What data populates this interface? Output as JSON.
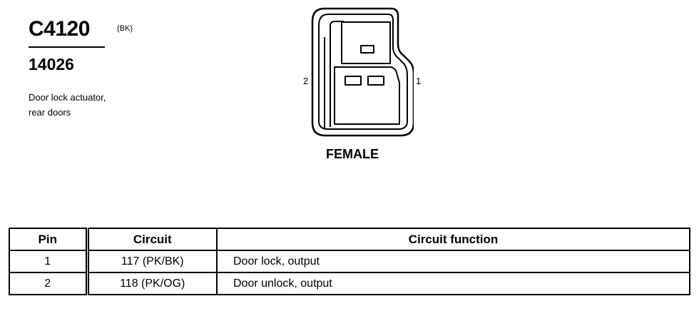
{
  "header": {
    "connector_id": "C4120",
    "color_code": "(BK)",
    "part_number": "14026",
    "description_line1": "Door lock actuator,",
    "description_line2": "rear doors"
  },
  "connector": {
    "pin_left_label": "2",
    "pin_right_label": "1",
    "gender": "FEMALE"
  },
  "table": {
    "headers": {
      "pin": "Pin",
      "circuit": "Circuit",
      "function": "Circuit function"
    },
    "rows": [
      {
        "pin": "1",
        "circuit": "117 (PK/BK)",
        "function": "Door lock, output"
      },
      {
        "pin": "2",
        "circuit": "118 (PK/OG)",
        "function": "Door unlock, output"
      }
    ]
  }
}
